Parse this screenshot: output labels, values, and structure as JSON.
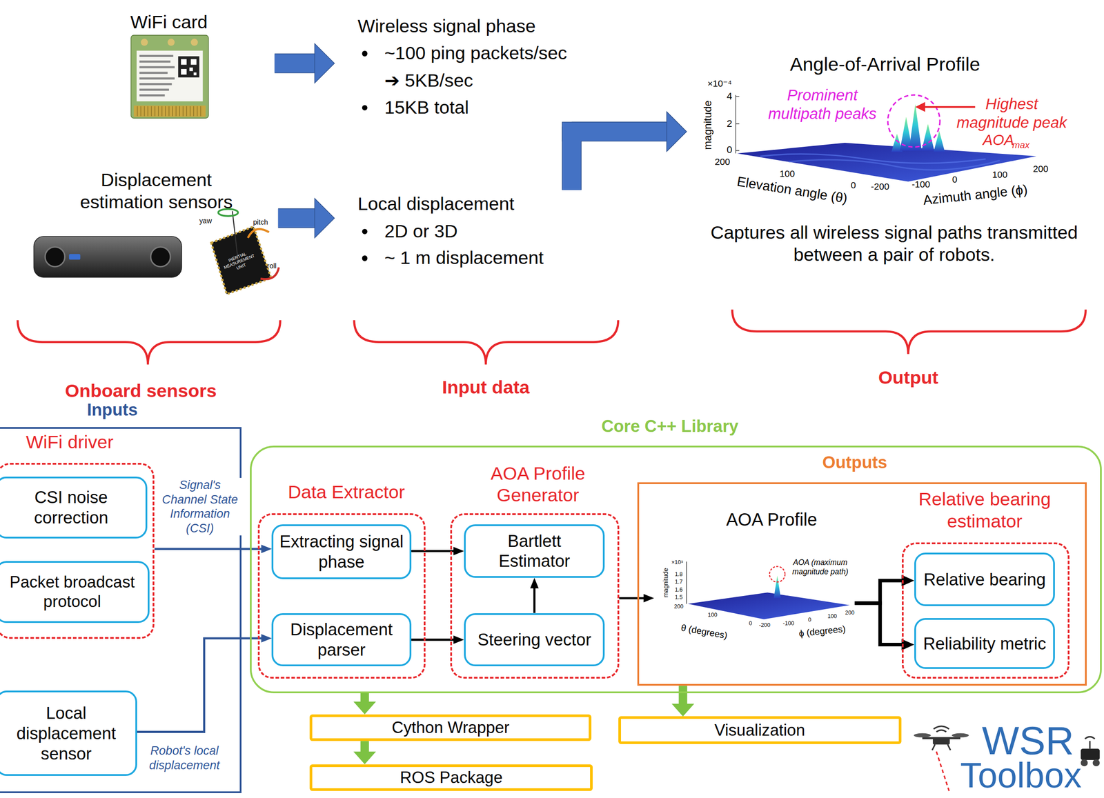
{
  "diagram": {
    "nodes": [
      {
        "text": [
          "WiFi card"
        ]
      },
      {
        "text": [
          "Displacement estimation sensors"
        ]
      },
      {
        "text": [
          "Wireless signal phase",
          "~100 ping packets/sec",
          "➔ 5KB/sec",
          "15KB total"
        ]
      },
      {
        "text": [
          "Local displacement",
          "2D or 3D",
          "~ 1 m displacement"
        ]
      },
      {
        "text": [
          "Angle-of-Arrival Profile",
          "Captures all wireless signal paths transmitted between a pair of robots."
        ]
      },
      {
        "text": [
          "Inputs"
        ]
      },
      {
        "text": [
          "WiFi driver"
        ],
        "in": 5
      },
      {
        "text": [
          "CSI noise correction"
        ],
        "in": 6
      },
      {
        "text": [
          "Packet broadcast protocol"
        ],
        "in": 6
      },
      {
        "text": [
          "Local displacement sensor"
        ],
        "in": 5
      },
      {
        "text": [
          "Core C++ Library"
        ]
      },
      {
        "text": [
          "Data Extractor"
        ],
        "in": 10
      },
      {
        "text": [
          "Extracting signal phase"
        ],
        "in": 11
      },
      {
        "text": [
          "Displacement parser"
        ],
        "in": 11
      },
      {
        "text": [
          "AOA Profile Generator"
        ],
        "in": 10
      },
      {
        "text": [
          "Bartlett Estimator"
        ],
        "in": 14
      },
      {
        "text": [
          "Steering vector"
        ],
        "in": 14
      },
      {
        "text": [
          "Outputs"
        ],
        "in": 10
      },
      {
        "text": [
          "AOA Profile"
        ],
        "in": 17
      },
      {
        "text": [
          "Relative bearing estimator"
        ],
        "in": 17
      },
      {
        "text": [
          "Relative bearing"
        ],
        "in": 19
      },
      {
        "text": [
          "Reliability metric"
        ],
        "in": 19
      },
      {
        "text": [
          "Cython Wrapper"
        ]
      },
      {
        "text": [
          "ROS Package"
        ]
      },
      {
        "text": [
          "Visualization"
        ]
      }
    ],
    "edges": [
      {
        "from": 0,
        "to": 2,
        "arrow": "to"
      },
      {
        "from": 1,
        "to": 3,
        "arrow": "to"
      },
      {
        "from": 2,
        "to": 4,
        "arrow": "to"
      },
      {
        "from": 3,
        "to": 4,
        "arrow": "to"
      },
      {
        "from": 6,
        "to": 12,
        "arrow": "to",
        "label": "Signal's Channel State Information (CSI)"
      },
      {
        "from": 9,
        "to": 13,
        "arrow": "to",
        "label": "Robot's local displacement"
      },
      {
        "from": 12,
        "to": 15,
        "arrow": "to"
      },
      {
        "from": 13,
        "to": 16,
        "arrow": "to"
      },
      {
        "from": 16,
        "to": 15,
        "arrow": "to"
      },
      {
        "from": 14,
        "to": 18,
        "arrow": "to"
      },
      {
        "from": 18,
        "to": 20,
        "arrow": "to"
      },
      {
        "from": 18,
        "to": 21,
        "arrow": "to"
      },
      {
        "from": 10,
        "to": 22,
        "arrow": "to"
      },
      {
        "from": 22,
        "to": 23,
        "arrow": "to"
      },
      {
        "from": 17,
        "to": 24,
        "arrow": "to"
      }
    ],
    "labels": [
      "×10⁻⁴",
      "4",
      "2",
      "0",
      "magnitude",
      "Prominent multipath peaks",
      "Highest magnitude peak",
      "AOA",
      "max",
      "200",
      "100",
      "0",
      "-200",
      "-100",
      "0",
      "100",
      "200",
      "Elevation angle (θ)",
      "Azimuth angle (ϕ)",
      "Onboard sensors",
      "Input data",
      "Output",
      "yaw",
      "pitch",
      "roll",
      "INERTIAL MEASUREMENT UNIT",
      "×10⁵",
      "1.8",
      "1.7",
      "1.6",
      "1.5",
      "magnitude",
      "AOA (maximum magnitude path)",
      "200",
      "100",
      "0",
      "-200",
      "-100",
      "0",
      "100",
      "200",
      "θ (degrees)",
      "ϕ (degrees)",
      "WSR",
      "Toolbox"
    ]
  }
}
